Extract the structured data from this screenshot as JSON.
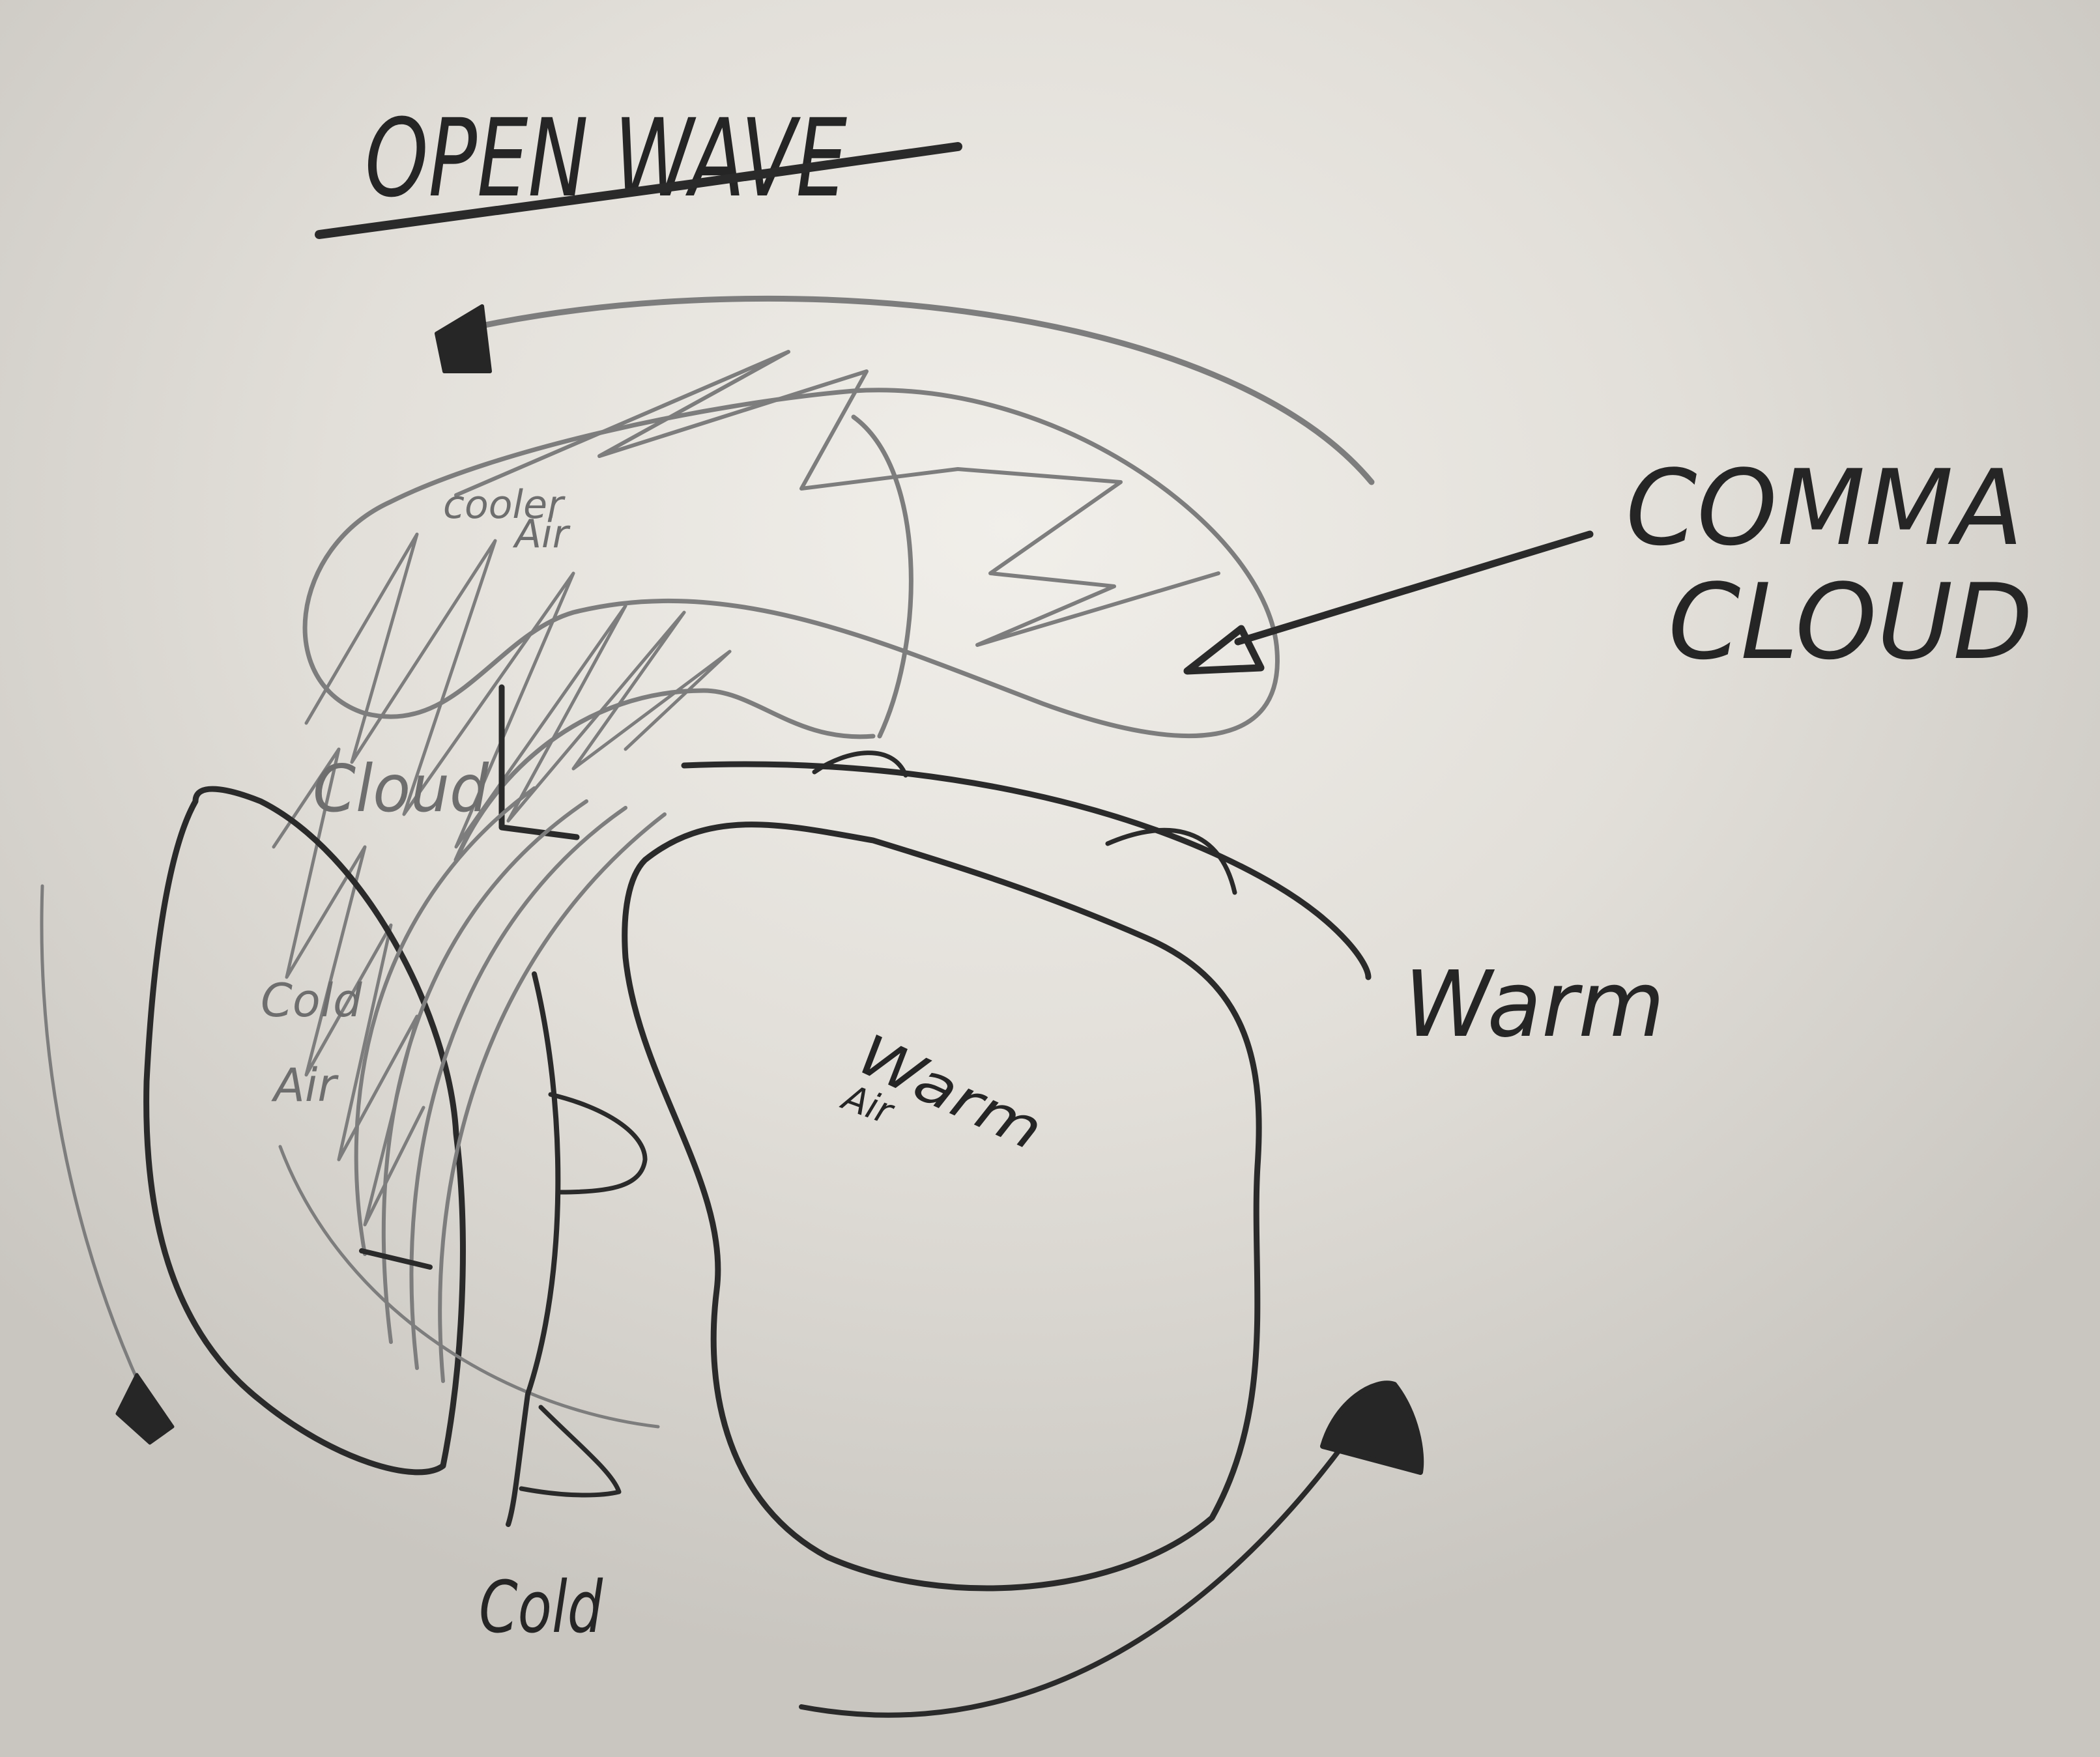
{
  "title": "OPEN WAVE",
  "labels": {
    "comma_cloud_line1": "COMMA",
    "comma_cloud_line2": "CLOUD",
    "cooler_air_line1": "cooler",
    "cooler_air_line2": "Air",
    "cloud": "Cloud",
    "cold_air_line1": "Cold",
    "cold_air_line2": "Air",
    "warm_air_line1": "Warm",
    "warm_air_line2": "Air",
    "warm_front": "Warm",
    "cold_front": "Cold"
  },
  "colors": {
    "whiteboard": "#d4d1cb",
    "marker": "#2a2a2a",
    "faded_marker": "#7d7d7d"
  }
}
